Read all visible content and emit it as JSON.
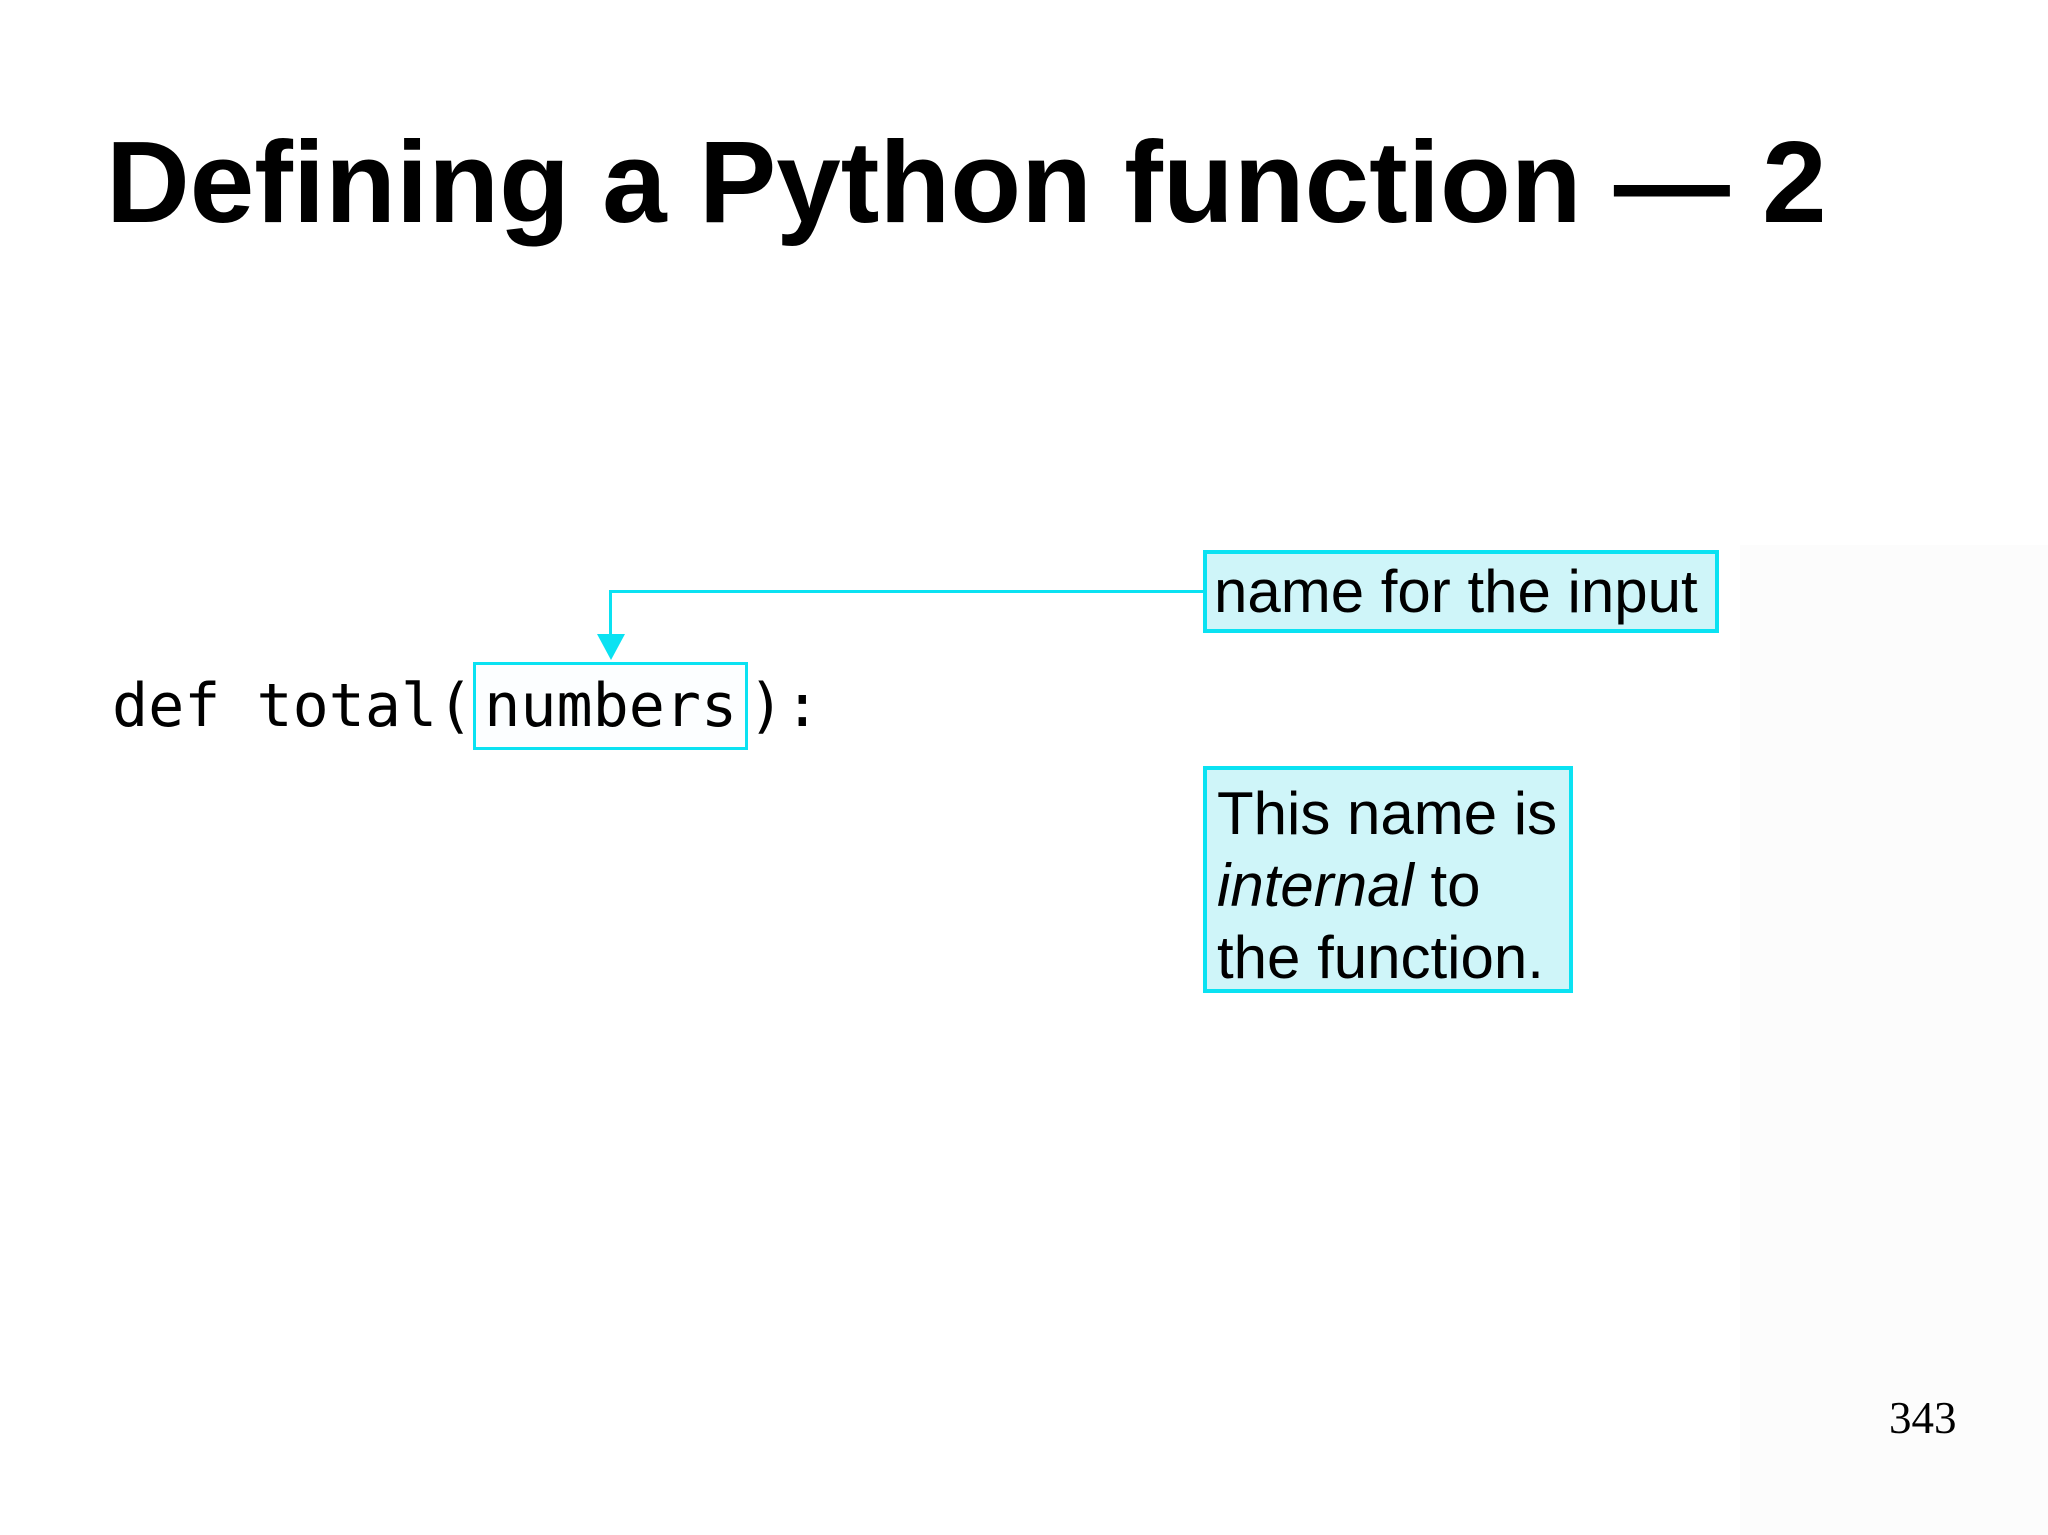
{
  "slide": {
    "title": "Defining a Python function — 2",
    "page_number": "343"
  },
  "code": {
    "before": "def total(",
    "param": "numbers",
    "after": "):"
  },
  "callouts": {
    "input_label": "name for the input",
    "internal_note": {
      "line1": "This name is",
      "italic_word": "internal",
      "line2_rest": " to",
      "line3": "the function."
    }
  },
  "colors": {
    "accent": "#0ae2f2",
    "callout_fill": "#cff5f9",
    "right_shade": "#fcfcfc",
    "text": "#000000"
  }
}
